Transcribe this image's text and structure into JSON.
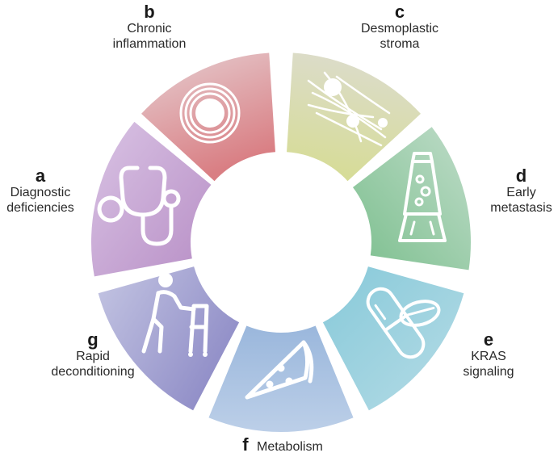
{
  "segments": [
    {
      "key": "a",
      "letter": "a",
      "lines": [
        "Diagnostic",
        "deficiencies"
      ],
      "icon": "stethoscope-icon",
      "colors": [
        "#d9c3e4",
        "#b88fc6"
      ]
    },
    {
      "key": "b",
      "letter": "b",
      "lines": [
        "Chronic",
        "inflammation"
      ],
      "icon": "concentric-circles-icon",
      "colors": [
        "#e6cfd2",
        "#d97e83"
      ]
    },
    {
      "key": "c",
      "letter": "c",
      "lines": [
        "Desmoplastic",
        "stroma"
      ],
      "icon": "fibrous-stroma-icon",
      "colors": [
        "#dcdccc",
        "#d6dc94"
      ]
    },
    {
      "key": "d",
      "letter": "d",
      "lines": [
        "Early",
        "metastasis"
      ],
      "icon": "lava-lamp-icon",
      "colors": [
        "#bfdcc9",
        "#7cbf8e"
      ]
    },
    {
      "key": "e",
      "letter": "e",
      "lines": [
        "KRAS",
        "signaling"
      ],
      "icon": "pills-icon",
      "colors": [
        "#87c9d9",
        "#b6dce6"
      ]
    },
    {
      "key": "f",
      "letter": "f",
      "lines": [
        "Metabolism"
      ],
      "icon": "pizza-slice-icon",
      "colors": [
        "#9ab7dc",
        "#bccfe8"
      ]
    },
    {
      "key": "g",
      "letter": "g",
      "lines": [
        "Rapid",
        "deconditioning"
      ],
      "icon": "elderly-walker-icon",
      "colors": [
        "#bfc0e0",
        "#8a87c4"
      ]
    }
  ]
}
